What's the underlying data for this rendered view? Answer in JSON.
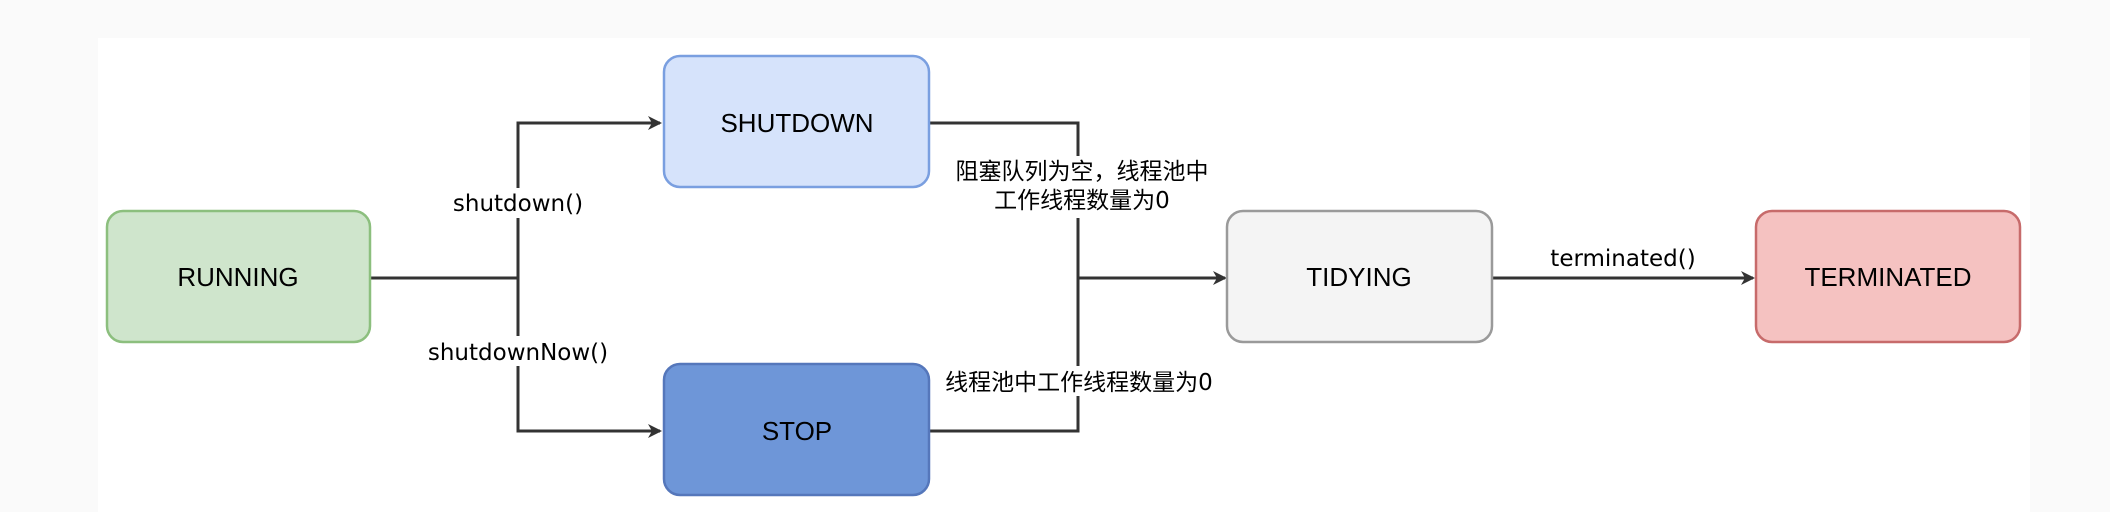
{
  "nodes": {
    "running": {
      "label": "RUNNING",
      "fill": "#cfe5cc",
      "stroke": "#8cbf7e"
    },
    "shutdown": {
      "label": "SHUTDOWN",
      "fill": "#d6e3fb",
      "stroke": "#7a9fe0"
    },
    "stop": {
      "label": "STOP",
      "fill": "#6e96d8",
      "stroke": "#5577bb"
    },
    "tidying": {
      "label": "TIDYING",
      "fill": "#f4f4f4",
      "stroke": "#9a9a9a"
    },
    "terminated": {
      "label": "TERMINATED",
      "fill": "#f5c2c1",
      "stroke": "#c76b6b"
    }
  },
  "edges": {
    "shutdown_call": "shutdown()",
    "shutdown_now_call": "shutdownNow()",
    "shutdown_condition_line1": "阻塞队列为空，线程池中",
    "shutdown_condition_line2": "工作线程数量为0",
    "stop_condition": "线程池中工作线程数量为0",
    "terminated_call": "terminated()"
  },
  "colors": {
    "line": "#333333",
    "background": "#fafafa",
    "panel": "#ffffff"
  }
}
